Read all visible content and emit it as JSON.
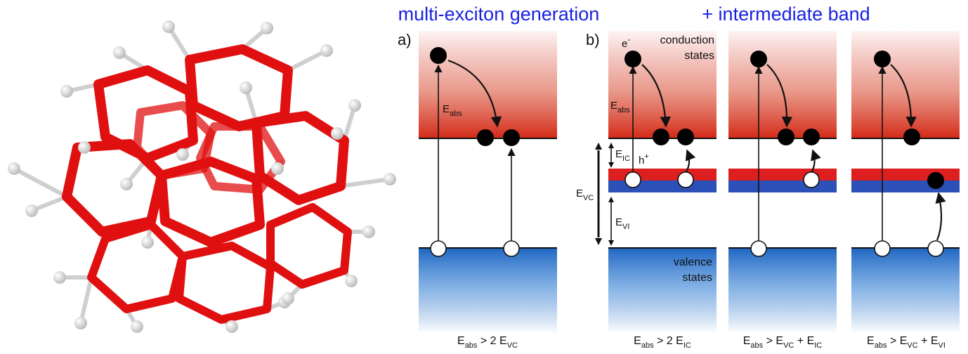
{
  "titles": {
    "left": "multi-exciton generation",
    "right": "+ intermediate band"
  },
  "panels": {
    "a": "a)",
    "b": "b)"
  },
  "labels": {
    "conduction_1": "conduction",
    "conduction_2": "states",
    "valence_1": "valence",
    "valence_2": "states",
    "electron": "e",
    "electron_sup": "-",
    "hole": "h",
    "hole_sup": "+",
    "E": "E",
    "abs": "abs",
    "IC": "IC",
    "VC": "VC",
    "VI": "VI"
  },
  "conditions": {
    "c1": {
      "main": "E",
      "sub1": "abs",
      "mid": " > 2 E",
      "sub2": "VC",
      "end": "",
      "sub3": ""
    },
    "c2": {
      "main": "E",
      "sub1": "abs",
      "mid": " > 2 E",
      "sub2": "IC",
      "end": "",
      "sub3": ""
    },
    "c3": {
      "main": "E",
      "sub1": "abs",
      "mid": " > E",
      "sub2": "VC",
      "end": " + E",
      "sub3": "IC"
    },
    "c4": {
      "main": "E",
      "sub1": "abs",
      "mid": " > E",
      "sub2": "VC",
      "end": " + E",
      "sub3": "VI"
    }
  },
  "colors": {
    "title": "#1a22e0",
    "conduction": "#d42a18",
    "valence": "#1f66c2",
    "ib_red": "#dd1f1f",
    "ib_blue": "#2b50b8",
    "molecule": "#e01010",
    "hydrogen": "#e6e6e6"
  }
}
